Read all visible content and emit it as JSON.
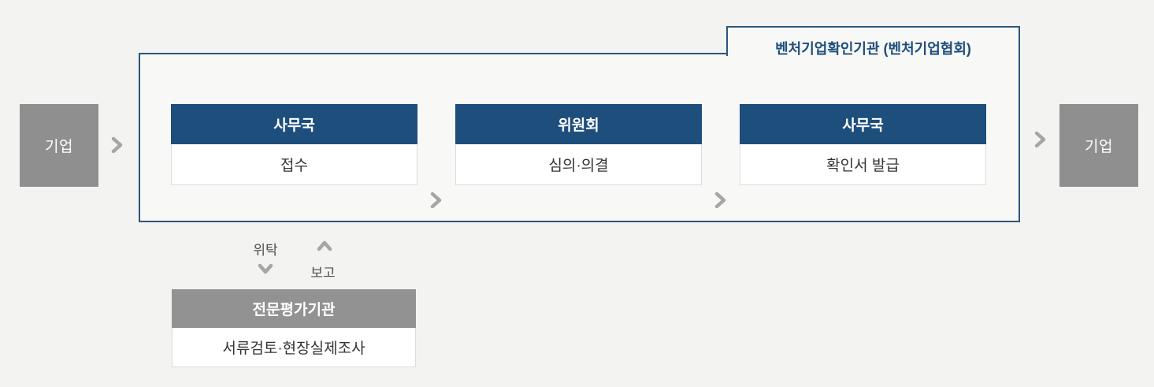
{
  "diagram": {
    "start_entity": "기업",
    "end_entity": "기업",
    "agency": {
      "title": "벤처기업확인기관 (벤처기업협회)",
      "steps": [
        {
          "header": "사무국",
          "body": "접수"
        },
        {
          "header": "위원회",
          "body": "심의·의결"
        },
        {
          "header": "사무국",
          "body": "확인서 발급"
        }
      ]
    },
    "delegation": {
      "delegate_label": "위탁",
      "report_label": "보고"
    },
    "evaluator": {
      "header": "전문평가기관",
      "body": "서류검토·현장실제조사"
    },
    "icons": {
      "flow_arrow": "chevron-right-icon",
      "delegate": "chevron-down-icon",
      "report": "chevron-up-icon"
    },
    "colors": {
      "navy_header": "#1d4e7c",
      "container_border": "#2d567c",
      "entity_gray": "#8f8f8f",
      "evaluator_gray": "#929292",
      "chevron_gray": "#a6a6a6",
      "page_bg": "#f3f3f1",
      "container_bg": "#f8f8f7",
      "body_text": "#333333"
    }
  }
}
